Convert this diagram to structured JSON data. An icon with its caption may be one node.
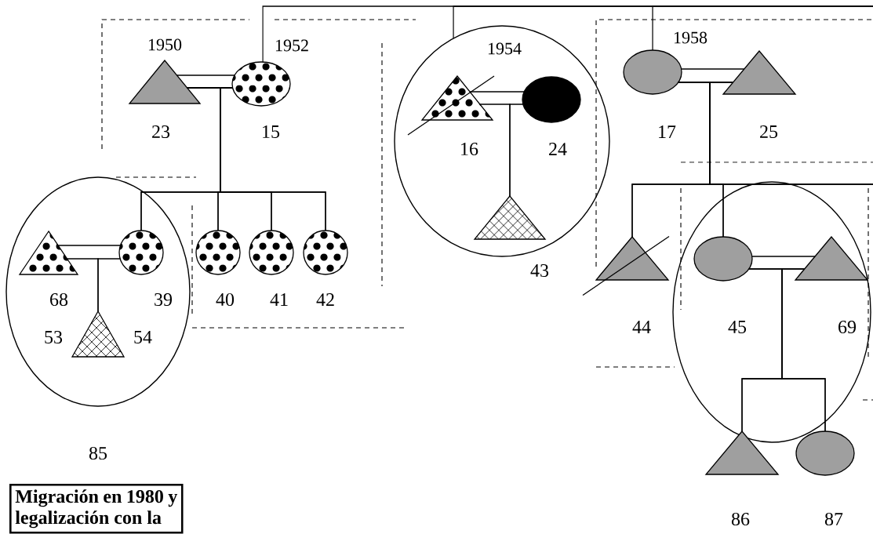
{
  "diagram": {
    "nodes": [
      {
        "text": [],
        "shape": "triangle"
      },
      {
        "text": [],
        "shape": "ellipse"
      },
      {
        "text": [],
        "shape": "ellipse"
      },
      {
        "text": [],
        "shape": "triangle",
        "in": 2
      },
      {
        "text": [],
        "shape": "circle",
        "in": 2
      },
      {
        "text": [],
        "shape": "triangle",
        "in": 2
      },
      {
        "text": [],
        "shape": "circle"
      },
      {
        "text": [],
        "shape": "circle"
      },
      {
        "text": [],
        "shape": "circle"
      },
      {
        "text": [],
        "shape": "ellipse"
      },
      {
        "text": [],
        "shape": "triangle",
        "in": 9
      },
      {
        "text": [],
        "shape": "ellipse",
        "in": 9
      },
      {
        "text": [],
        "shape": "triangle",
        "in": 9
      },
      {
        "text": [],
        "shape": "ellipse"
      },
      {
        "text": [],
        "shape": "triangle"
      },
      {
        "text": [],
        "shape": "triangle"
      },
      {
        "text": [],
        "shape": "ellipse"
      },
      {
        "text": [],
        "shape": "ellipse",
        "in": 16
      },
      {
        "text": [],
        "shape": "triangle",
        "in": 16
      },
      {
        "text": [],
        "shape": "triangle"
      },
      {
        "text": [],
        "shape": "ellipse"
      },
      {
        "text": [
          "Migración en 1980 y legalización con la"
        ]
      }
    ],
    "edges": [
      {
        "from": 0,
        "to": 1,
        "arrow": "none"
      },
      {
        "from": 3,
        "to": 4,
        "arrow": "none"
      },
      {
        "from": 10,
        "to": 11,
        "arrow": "none"
      },
      {
        "from": 13,
        "to": 14,
        "arrow": "none"
      },
      {
        "from": 17,
        "to": 18,
        "arrow": "none"
      },
      {
        "from": null,
        "to": 1,
        "arrow": "none"
      },
      {
        "from": null,
        "to": 9,
        "arrow": "none"
      },
      {
        "from": null,
        "to": 13,
        "arrow": "none"
      },
      {
        "from": 0,
        "to": 4,
        "arrow": "none"
      },
      {
        "from": 1,
        "to": 4,
        "arrow": "none"
      },
      {
        "from": 0,
        "to": 6,
        "arrow": "none"
      },
      {
        "from": 1,
        "to": 6,
        "arrow": "none"
      },
      {
        "from": 0,
        "to": 7,
        "arrow": "none"
      },
      {
        "from": 1,
        "to": 7,
        "arrow": "none"
      },
      {
        "from": 0,
        "to": 8,
        "arrow": "none"
      },
      {
        "from": 1,
        "to": 8,
        "arrow": "none"
      },
      {
        "from": 3,
        "to": 5,
        "arrow": "none"
      },
      {
        "from": 4,
        "to": 5,
        "arrow": "none"
      },
      {
        "from": 10,
        "to": 12,
        "arrow": "none"
      },
      {
        "from": 11,
        "to": 12,
        "arrow": "none"
      },
      {
        "from": 13,
        "to": 15,
        "arrow": "none"
      },
      {
        "from": 14,
        "to": 15,
        "arrow": "none"
      },
      {
        "from": 13,
        "to": 17,
        "arrow": "none"
      },
      {
        "from": 14,
        "to": 17,
        "arrow": "none"
      },
      {
        "from": 13,
        "to": null,
        "arrow": "none"
      },
      {
        "from": 14,
        "to": null,
        "arrow": "none"
      },
      {
        "from": 17,
        "to": 19,
        "arrow": "none"
      },
      {
        "from": 18,
        "to": 19,
        "arrow": "none"
      },
      {
        "from": 17,
        "to": 20,
        "arrow": "none"
      },
      {
        "from": 18,
        "to": 20,
        "arrow": "none"
      }
    ],
    "labels": [
      "1950",
      "1952",
      "1954",
      "1958",
      "23",
      "15",
      "17",
      "25",
      "16",
      "24",
      "43",
      "68",
      "39",
      "40",
      "41",
      "42",
      "44",
      "45",
      "69",
      "53",
      "54",
      "85",
      "86",
      "87"
    ]
  }
}
